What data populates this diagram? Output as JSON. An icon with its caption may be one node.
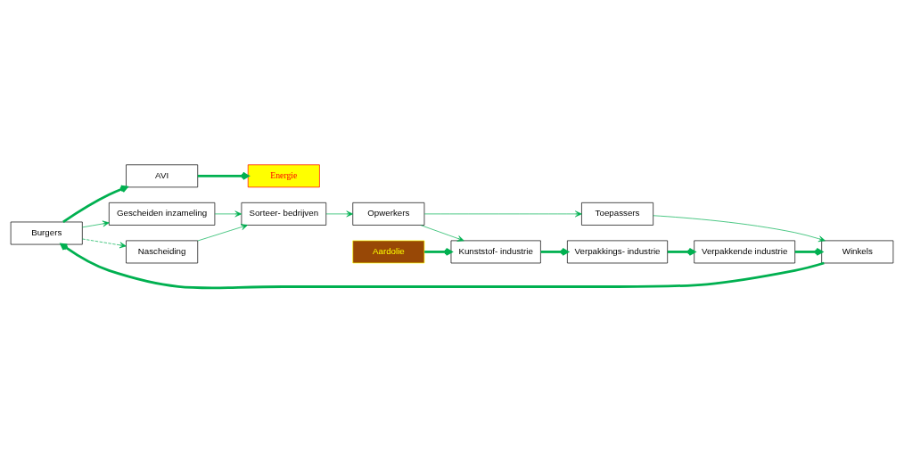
{
  "diagram": {
    "nodes": [
      {
        "text": [
          "AVI"
        ]
      },
      {
        "text": [
          "Energie"
        ]
      },
      {
        "text": [
          "Burgers"
        ]
      },
      {
        "text": [
          "Gescheiden inzameling"
        ]
      },
      {
        "text": [
          "Nascheiding"
        ]
      },
      {
        "text": [
          "Sorteer- bedrijven"
        ]
      },
      {
        "text": [
          "Winkels"
        ]
      },
      {
        "text": [
          "Verpakkende industrie"
        ]
      },
      {
        "text": [
          "Toepassers"
        ]
      },
      {
        "text": [
          "Opwerkers"
        ]
      },
      {
        "text": [
          "Verpakkings- industrie"
        ]
      },
      {
        "text": [
          "Kunststof- industrie"
        ]
      },
      {
        "text": [
          "Aardolie"
        ]
      }
    ],
    "edges": [
      {
        "from": 2,
        "to": 0,
        "arrow": "to",
        "style": "thick"
      },
      {
        "from": 0,
        "to": 1,
        "arrow": "to",
        "style": "thick"
      },
      {
        "from": 2,
        "to": 3,
        "arrow": "to"
      },
      {
        "from": 2,
        "to": 4,
        "arrow": "to",
        "style": "dashed"
      },
      {
        "from": 3,
        "to": 5,
        "arrow": "to"
      },
      {
        "from": 4,
        "to": 5,
        "arrow": "to"
      },
      {
        "from": 5,
        "to": 9,
        "arrow": "to"
      },
      {
        "from": 9,
        "to": 8,
        "arrow": "to"
      },
      {
        "from": 8,
        "to": 6,
        "arrow": "to"
      },
      {
        "from": 9,
        "to": 11,
        "arrow": "to"
      },
      {
        "from": 12,
        "to": 11,
        "arrow": "to",
        "style": "thick"
      },
      {
        "from": 11,
        "to": 10,
        "arrow": "to",
        "style": "thick"
      },
      {
        "from": 10,
        "to": 7,
        "arrow": "to",
        "style": "thick"
      },
      {
        "from": 7,
        "to": 6,
        "arrow": "to",
        "style": "thick"
      },
      {
        "from": 6,
        "to": 2,
        "arrow": "to",
        "style": "thick"
      }
    ]
  }
}
